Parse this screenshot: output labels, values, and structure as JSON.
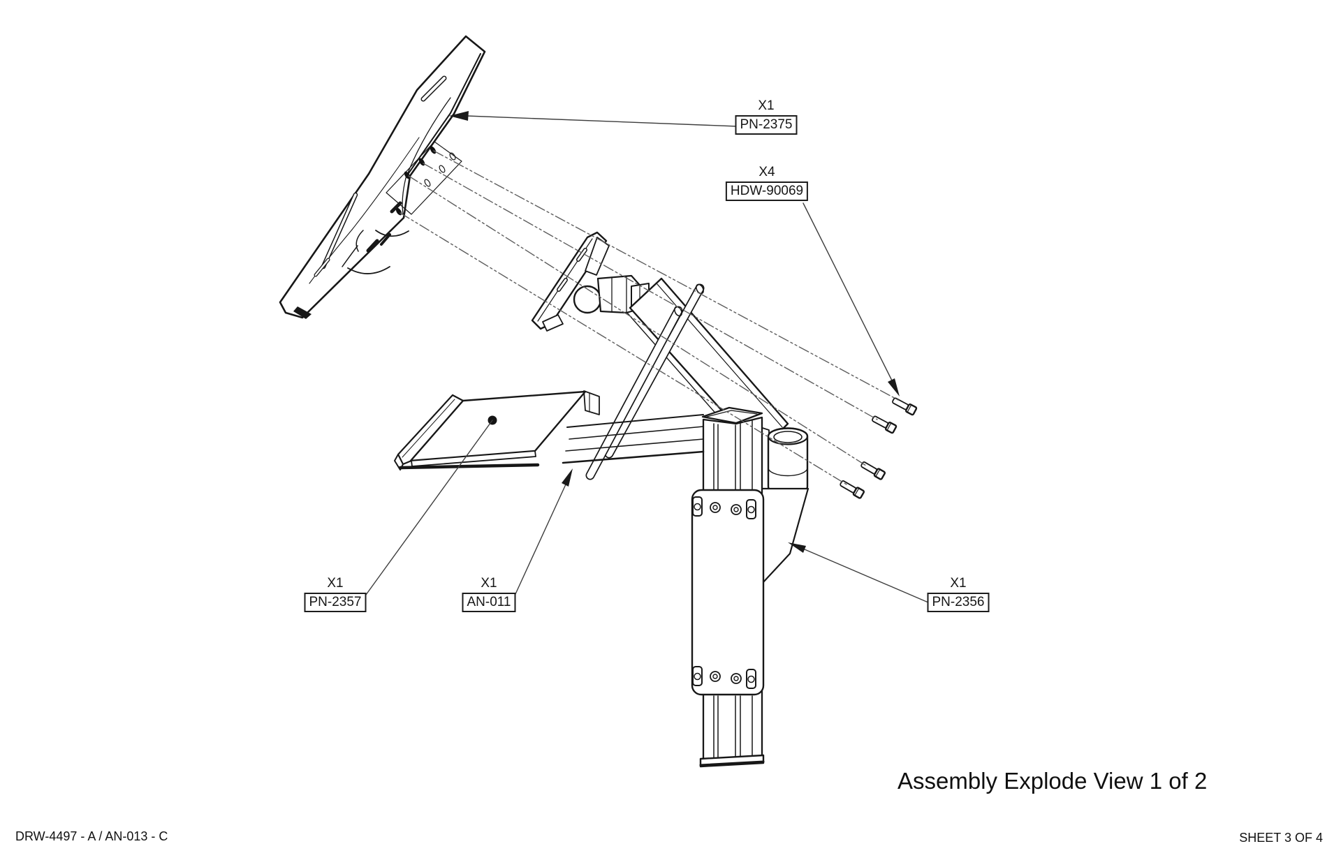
{
  "drawing": {
    "title": "Assembly Explode View 1 of 2",
    "doc_ref": "DRW-4497 - A / AN-013 - C",
    "sheet": "SHEET 3 OF 4"
  },
  "callouts": {
    "pn2375": {
      "qty": "X1",
      "part": "PN-2375"
    },
    "hdw90069": {
      "qty": "X4",
      "part": "HDW-90069"
    },
    "pn2357": {
      "qty": "X1",
      "part": "PN-2357"
    },
    "an011": {
      "qty": "X1",
      "part": "AN-011"
    },
    "pn2356": {
      "qty": "X1",
      "part": "PN-2356"
    }
  },
  "colors": {
    "background": "#ffffff",
    "part_line": "#171717",
    "centerline": "#5d5d5d",
    "leader_line": "#3d3d3d"
  },
  "icons": {
    "leader_arrowhead": "filled-triangle",
    "leader_dot": "filled-circle"
  }
}
